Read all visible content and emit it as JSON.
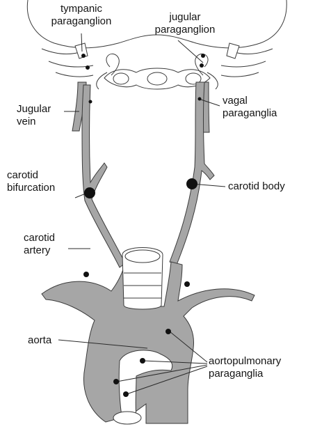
{
  "labels": {
    "tympanic": [
      "tympanic",
      "paraganglion"
    ],
    "jugular_pg": [
      "jugular",
      "paraganglion"
    ],
    "jugular_vein": [
      "Jugular",
      "vein"
    ],
    "vagal": [
      "vagal",
      "paraganglia"
    ],
    "carotid_bifurcation": [
      "carotid",
      "bifurcation"
    ],
    "carotid_body": "carotid body",
    "carotid_artery": [
      "carotid",
      "artery"
    ],
    "aorta": "aorta",
    "aortopulmonary": [
      "aortopulmonary",
      "paraganglia"
    ]
  },
  "colors": {
    "vessel": "#a6a6a6",
    "outline": "#3a3a3a",
    "paraganglion": "#111111"
  }
}
